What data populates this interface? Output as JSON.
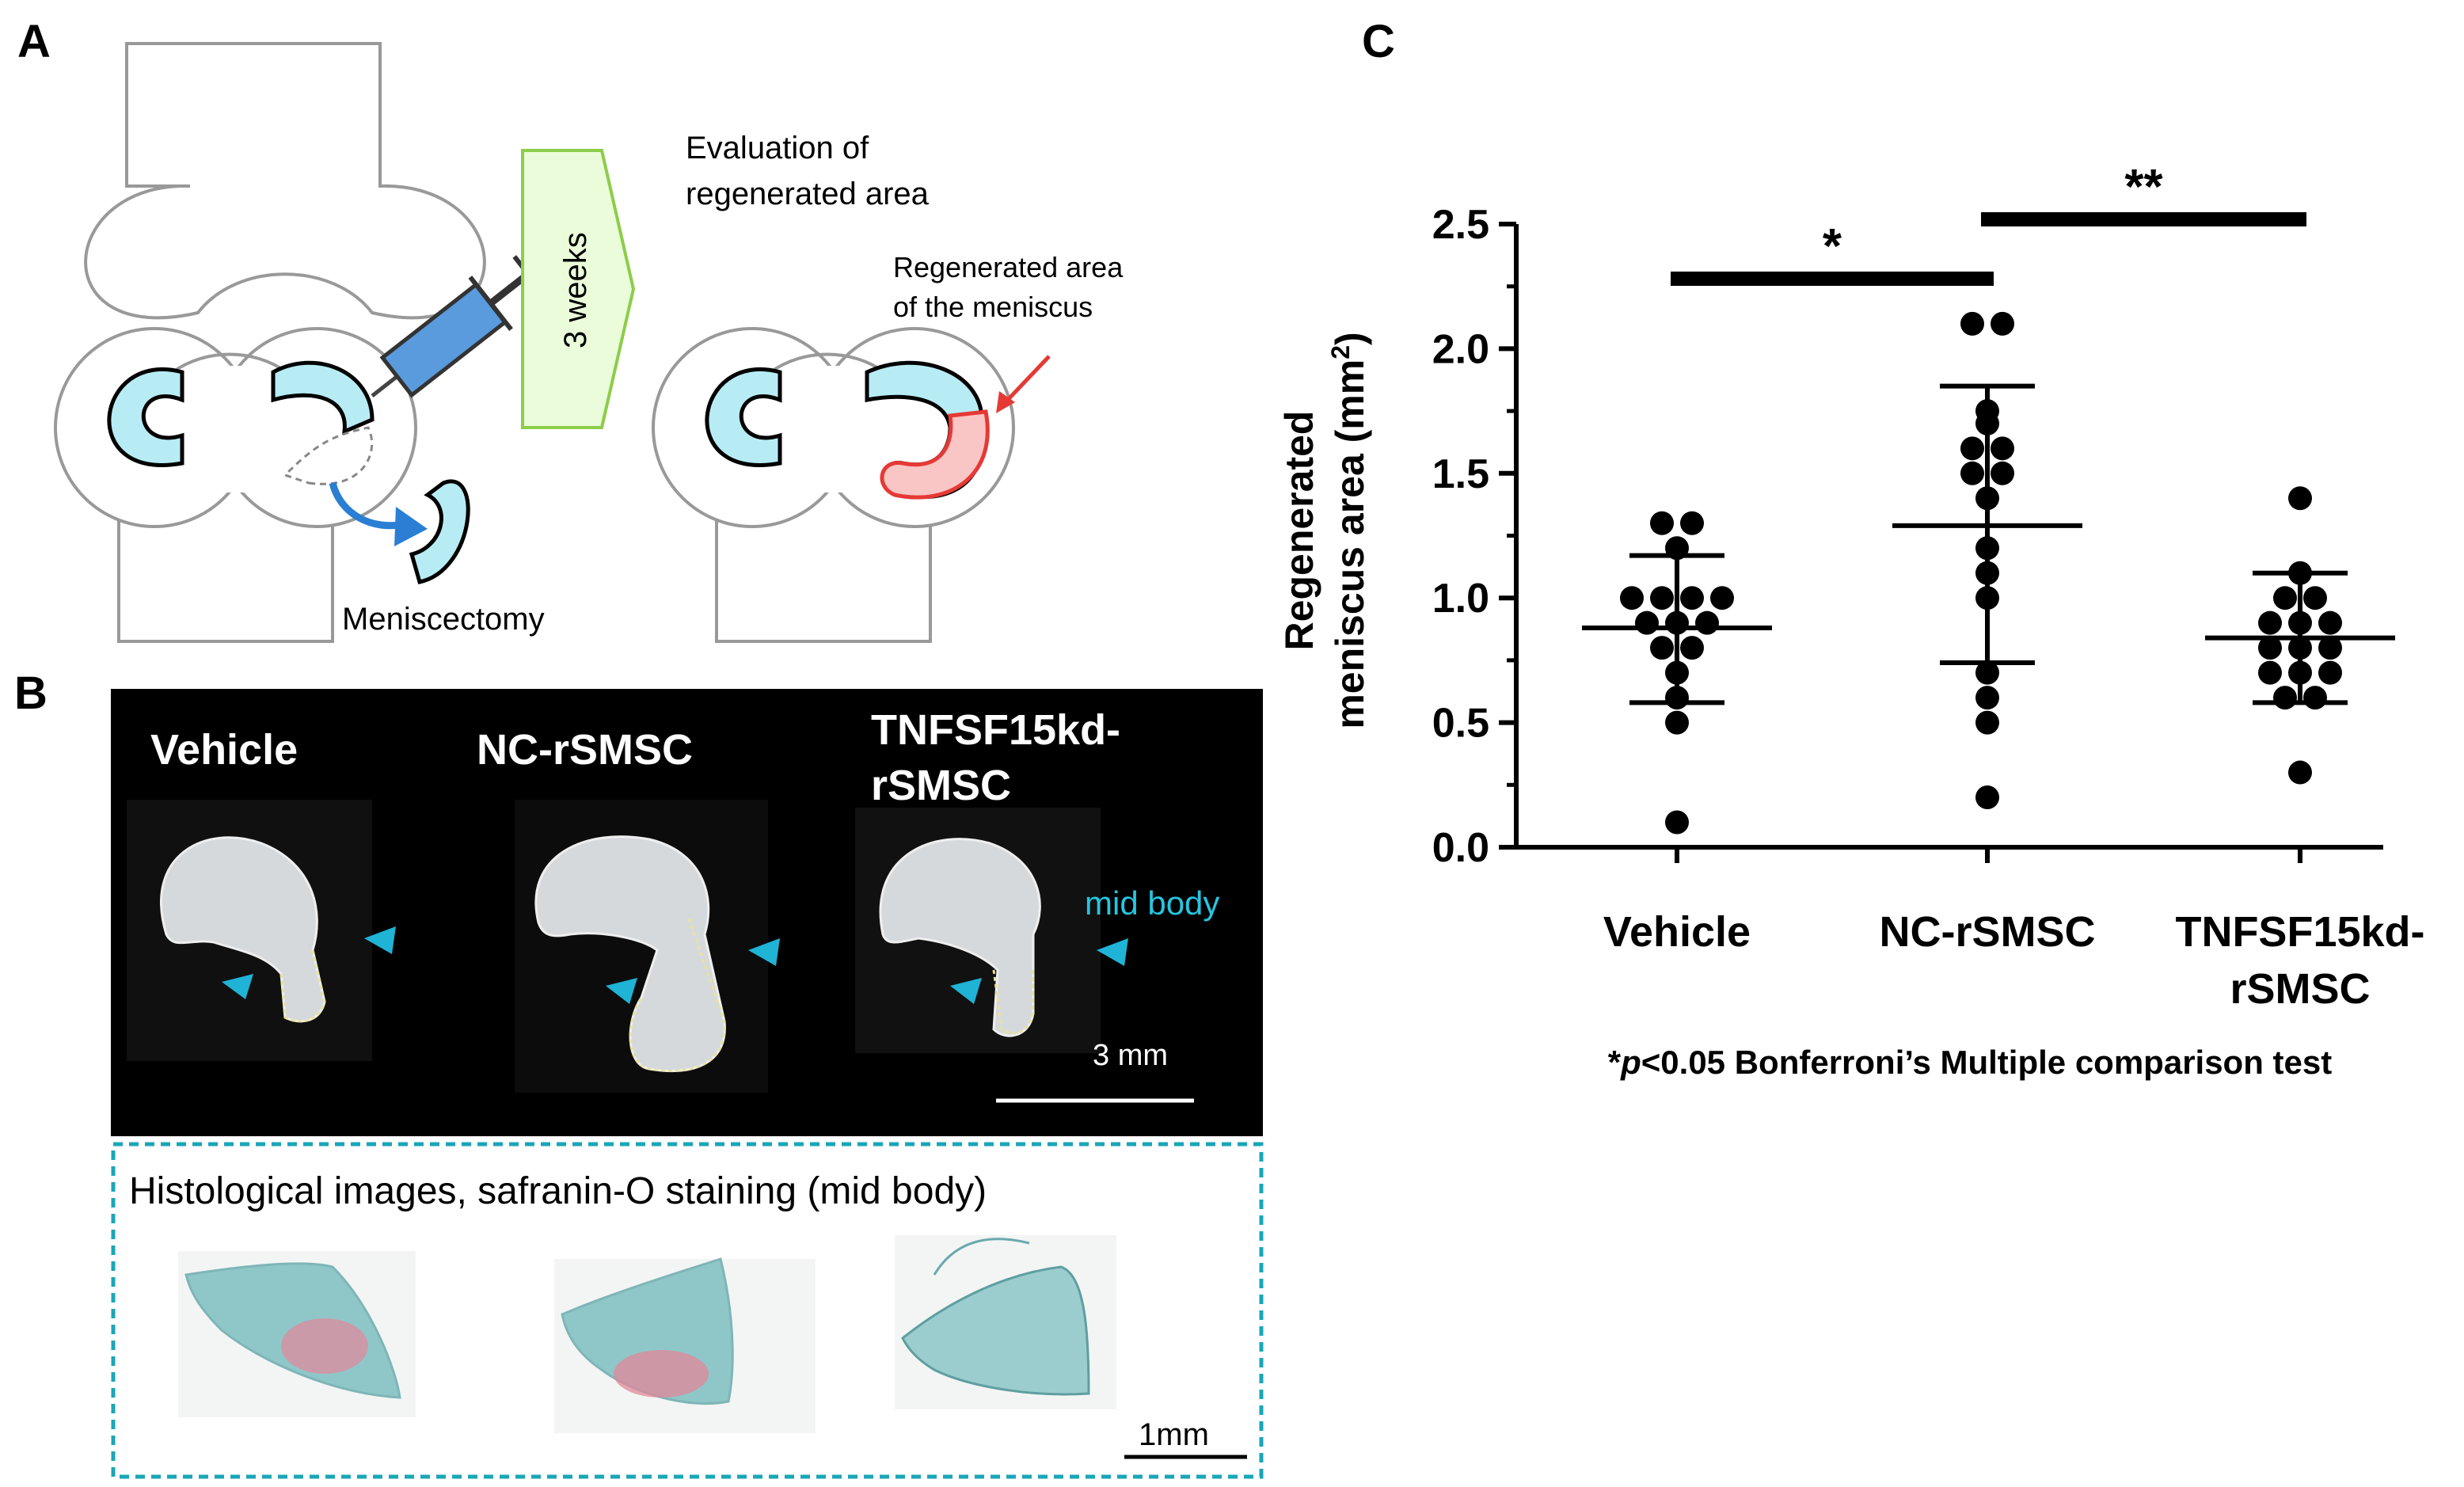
{
  "panel_a": {
    "label": "A",
    "weeks_label": "3 weeks",
    "evaluation_line1": "Evaluation  of",
    "evaluation_line2": "regenerated area",
    "regen_line1": "Regenerated area",
    "regen_line2": "of the meniscus",
    "meniscectomy": "Meniscectomy"
  },
  "panel_b": {
    "label": "B",
    "groups": [
      "Vehicle",
      "NC-rSMSC",
      "TNFSF15kd-",
      "rSMSC"
    ],
    "mid_body": "mid body",
    "scale_photo": "3 mm",
    "histo_title": "Histological images, safranin-O staining (mid body)",
    "scale_histo": "1mm"
  },
  "panel_c": {
    "label": "C",
    "footnote_star": "*",
    "footnote_p": "p",
    "footnote_rest": "<0.05 Bonferroni’s Multiple comparison test",
    "sig1": "*",
    "sig2": "**"
  },
  "chart_data": {
    "type": "scatter",
    "ylabel_line1": "Regenerated",
    "ylabel_line2": "meniscus area (mm",
    "ylabel_sup": "2",
    "ylabel_end": ")",
    "ylim": [
      0,
      2.5
    ],
    "yticks": [
      "0.0",
      "0.5",
      "1.0",
      "1.5",
      "2.0",
      "2.5"
    ],
    "categories": [
      "Vehicle",
      "NC-rSMSC",
      "TNFSF15kd-rSMSC"
    ],
    "category_lines": [
      [
        "Vehicle"
      ],
      [
        "NC-rSMSC"
      ],
      [
        "TNFSF15kd-",
        "rSMSC"
      ]
    ],
    "series": [
      {
        "points": [
          1.3,
          1.3,
          1.2,
          1.0,
          1.0,
          1.0,
          1.0,
          0.9,
          0.9,
          0.9,
          0.8,
          0.8,
          0.7,
          0.6,
          0.5,
          0.1
        ],
        "mean": 0.88,
        "sd_high": 1.17,
        "sd_low": 0.58
      },
      {
        "points": [
          2.1,
          2.1,
          1.75,
          1.7,
          1.6,
          1.6,
          1.5,
          1.5,
          1.4,
          1.2,
          1.1,
          1.0,
          0.7,
          0.6,
          0.5,
          0.2
        ],
        "mean": 1.29,
        "sd_high": 1.85,
        "sd_low": 0.74
      },
      {
        "points": [
          1.4,
          1.1,
          1.0,
          1.0,
          0.9,
          0.9,
          0.9,
          0.8,
          0.8,
          0.8,
          0.7,
          0.7,
          0.7,
          0.6,
          0.6,
          0.3
        ],
        "mean": 0.84,
        "sd_high": 1.1,
        "sd_low": 0.58
      }
    ],
    "significance": [
      {
        "from": 0,
        "to": 1,
        "label": "*"
      },
      {
        "from": 1,
        "to": 2,
        "label": "**"
      }
    ]
  }
}
